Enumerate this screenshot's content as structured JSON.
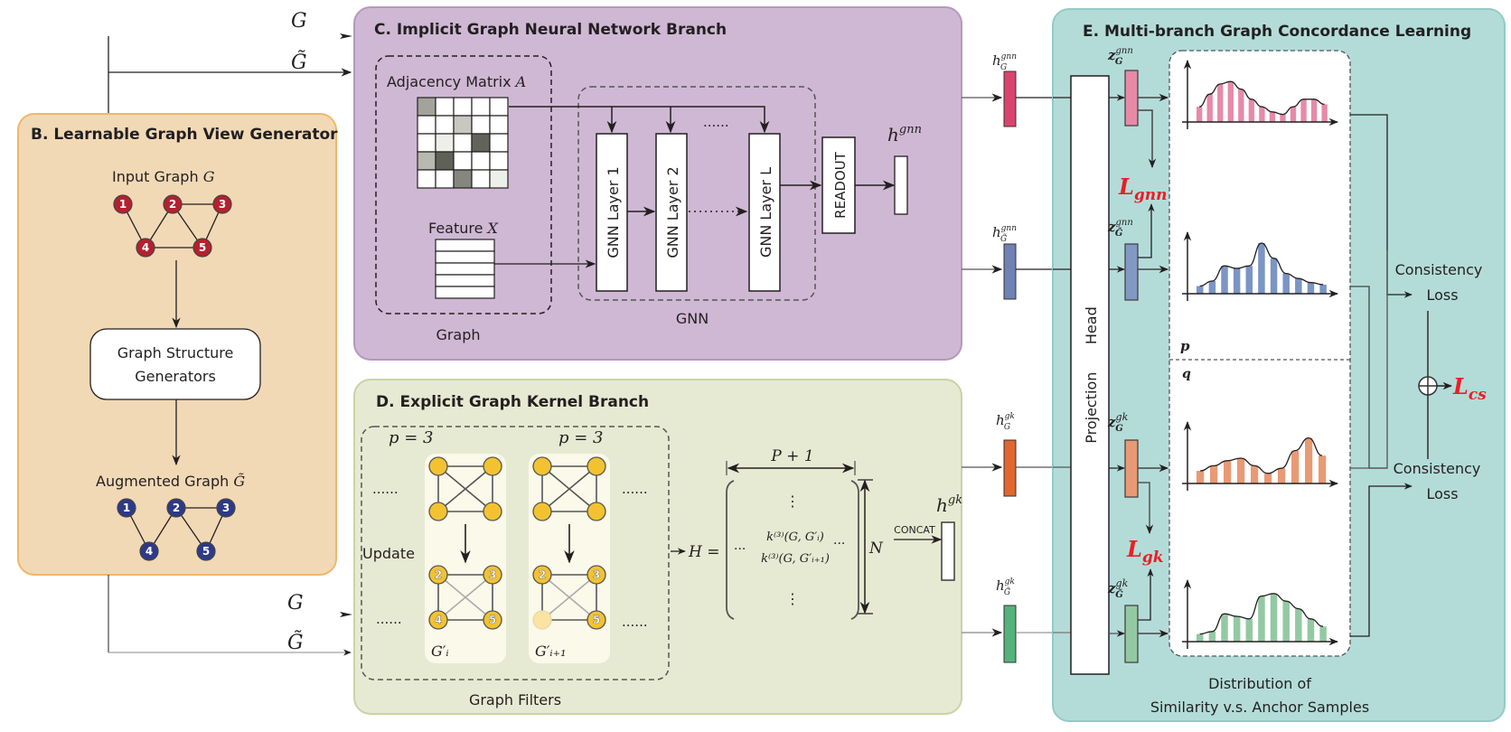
{
  "inputs": {
    "top_g": "G",
    "top_g_tilde": "G̃",
    "bottom_g": "G",
    "bottom_g_tilde": "G̃"
  },
  "panel_b": {
    "title": "B. Learnable Graph View Generator",
    "input_graph_label": "Input Graph ",
    "input_graph_symbol": "G",
    "generator_line1": "Graph Structure",
    "generator_line2": "Generators",
    "augmented_label": "Augmented Graph ",
    "augmented_symbol": "G̃",
    "input_nodes": [
      "1",
      "2",
      "3",
      "4",
      "5"
    ],
    "augmented_nodes": [
      "1",
      "2",
      "3",
      "4",
      "5"
    ],
    "input_node_color": "#b5202e",
    "augmented_node_color": "#2e3a87"
  },
  "panel_c": {
    "title": "C. Implicit  Graph Neural Network Branch",
    "adjacency_label": "Adjacency Matrix ",
    "adjacency_symbol": "A",
    "feature_label": "Feature ",
    "feature_symbol": "X",
    "graph_caption": "Graph",
    "gnn_caption": "GNN",
    "layers": [
      "GNN Layer 1",
      "GNN Layer 2",
      "GNN Layer L"
    ],
    "dots": "......",
    "readout": "READOUT",
    "output_symbol": "h",
    "output_sup": "gnn"
  },
  "panel_d": {
    "title": "D. Explicit  Graph Kernel Branch",
    "p_label_1": "p = 3",
    "p_label_2": "p = 3",
    "update_label": "Update",
    "dots": "......",
    "filter_labels": [
      "G′ᵢ",
      "G′ᵢ₊₁"
    ],
    "filters_caption": "Graph Filters",
    "bottom_nodes_1": [
      "2",
      "3",
      "4",
      "5"
    ],
    "bottom_nodes_2": [
      "2",
      "3",
      "",
      "5"
    ],
    "h_eq": "H =",
    "width_label": "P + 1",
    "height_label": "N",
    "matrix_row1": "k⁽³⁾(G, G′ᵢ)",
    "matrix_row2": "k⁽³⁾(G, G′ᵢ₊₁)",
    "matrix_vdots": "⋮",
    "matrix_hdots": "···",
    "concat": "CONCAT",
    "output_symbol": "h",
    "output_sup": "gk"
  },
  "embeddings": {
    "h_gnn_G": {
      "base": "h",
      "sup": "gnn",
      "sub": "G",
      "color": "#d9446f"
    },
    "h_gnn_Gt": {
      "base": "h",
      "sup": "gnn",
      "sub": "G̃",
      "color": "#6f82b3"
    },
    "h_gk_G": {
      "base": "h",
      "sup": "gk",
      "sub": "G",
      "color": "#e0672f"
    },
    "h_gk_Gt": {
      "base": "h",
      "sup": "gk",
      "sub": "G̃",
      "color": "#55b27c"
    }
  },
  "panel_e": {
    "title": "E. Multi-branch  Graph Concordance Learning",
    "projection_head": "Projection      Head",
    "z_gnn_G": {
      "base": "z",
      "sup": "gnn",
      "sub": "G",
      "color": "#e68aa8"
    },
    "z_gnn_Gt": {
      "base": "z",
      "sup": "gnn",
      "sub": "G̃",
      "color": "#8199c4"
    },
    "z_gk_G": {
      "base": "z",
      "sup": "gk",
      "sub": "G",
      "color": "#e89a74"
    },
    "z_gk_Gt": {
      "base": "z",
      "sup": "gk",
      "sub": "G̃",
      "color": "#93c9a2"
    },
    "loss_gnn": "L",
    "loss_gnn_sub": "gnn",
    "loss_gk": "L",
    "loss_gk_sub": "gk",
    "p_label": "p",
    "q_label": "q",
    "consistency_loss_1_line1": "Consistency",
    "consistency_loss_1_line2": "Loss",
    "consistency_loss_2_line1": "Consistency",
    "consistency_loss_2_line2": "Loss",
    "loss_cs": "L",
    "loss_cs_sub": "cs",
    "caption_line1": "Distribution of",
    "caption_line2": "Similarity v.s. Anchor Samples",
    "distributions": [
      {
        "name": "gnn-G",
        "color": "#e68aa8",
        "values": [
          0.3,
          0.55,
          0.75,
          0.8,
          0.65,
          0.45,
          0.3,
          0.2,
          0.15,
          0.3,
          0.45,
          0.45,
          0.35
        ]
      },
      {
        "name": "gnn-Gt",
        "color": "#7b95c4",
        "values": [
          0.15,
          0.25,
          0.55,
          0.5,
          0.55,
          1.0,
          0.7,
          0.4,
          0.3,
          0.22,
          0.18
        ]
      },
      {
        "name": "gk-G",
        "color": "#e89a74",
        "values": [
          0.25,
          0.35,
          0.45,
          0.5,
          0.35,
          0.2,
          0.3,
          0.65,
          0.9,
          0.55
        ]
      },
      {
        "name": "gk-Gt",
        "color": "#93c9a2",
        "values": [
          0.15,
          0.2,
          0.55,
          0.5,
          0.45,
          0.9,
          0.95,
          0.8,
          0.65,
          0.45,
          0.3
        ]
      }
    ]
  }
}
